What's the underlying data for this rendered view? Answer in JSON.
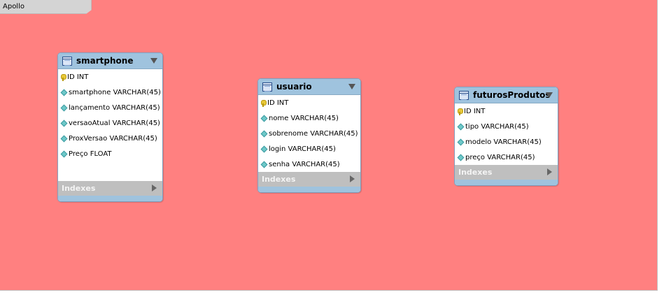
{
  "layer": {
    "tab_label": "Apollo"
  },
  "colors": {
    "canvas": "#ff8080",
    "table_header": "#9fc3de",
    "indexes_bar": "#bfbfbf"
  },
  "tables": [
    {
      "name": "smartphone",
      "columns": [
        {
          "label": "ID INT",
          "icon": "primary-key-icon"
        },
        {
          "label": "smartphone VARCHAR(45)",
          "icon": "column-diamond-icon"
        },
        {
          "label": "lançamento VARCHAR(45)",
          "icon": "column-diamond-icon"
        },
        {
          "label": "versaoAtual VARCHAR(45)",
          "icon": "column-diamond-icon"
        },
        {
          "label": "ProxVersao VARCHAR(45)",
          "icon": "column-diamond-icon"
        },
        {
          "label": "Preço FLOAT",
          "icon": "column-diamond-icon"
        }
      ],
      "indexes_label": "Indexes"
    },
    {
      "name": "usuario",
      "columns": [
        {
          "label": "ID INT",
          "icon": "primary-key-icon"
        },
        {
          "label": "nome VARCHAR(45)",
          "icon": "column-diamond-icon"
        },
        {
          "label": "sobrenome VARCHAR(45)",
          "icon": "column-diamond-icon"
        },
        {
          "label": "login VARCHAR(45)",
          "icon": "column-diamond-icon"
        },
        {
          "label": "senha VARCHAR(45)",
          "icon": "column-diamond-icon"
        }
      ],
      "indexes_label": "Indexes"
    },
    {
      "name": "futurosProdutos",
      "columns": [
        {
          "label": "ID INT",
          "icon": "primary-key-icon"
        },
        {
          "label": "tipo VARCHAR(45)",
          "icon": "column-diamond-icon"
        },
        {
          "label": "modelo VARCHAR(45)",
          "icon": "column-diamond-icon"
        },
        {
          "label": "preço VARCHAR(45)",
          "icon": "column-diamond-icon"
        }
      ],
      "indexes_label": "Indexes"
    }
  ]
}
